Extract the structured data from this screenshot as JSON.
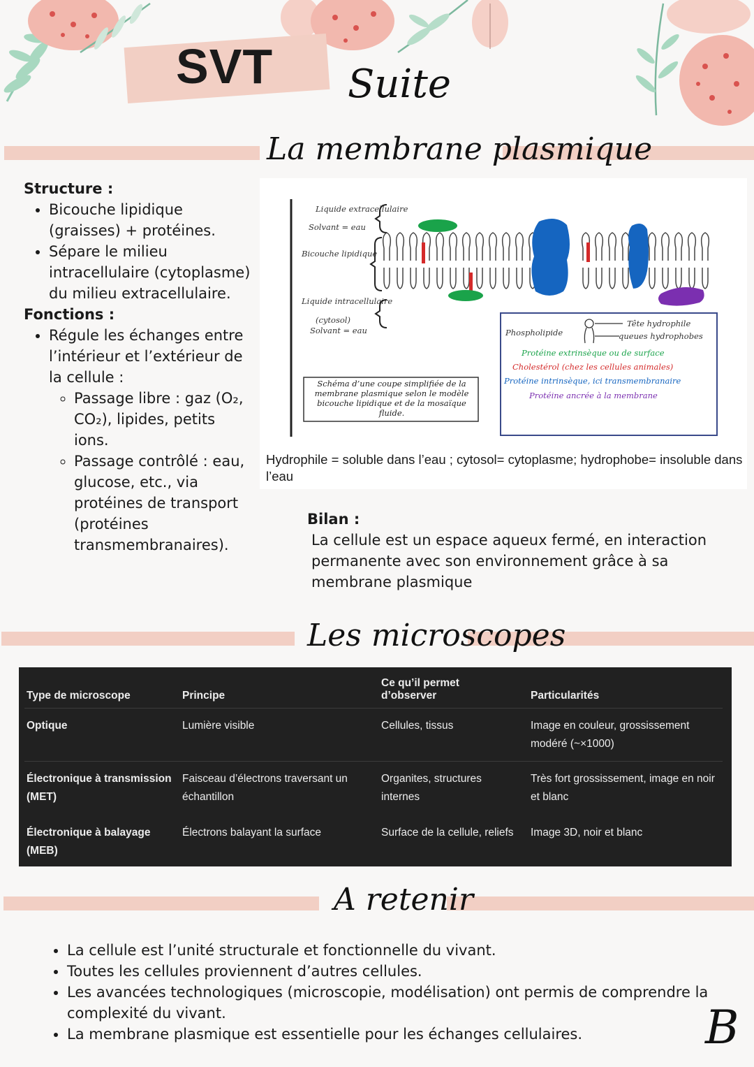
{
  "header": {
    "subject": "SVT",
    "subtitle": "Suite"
  },
  "membrane": {
    "title": "La membrane plasmique",
    "structure_heading": "Structure :",
    "structure_items": [
      "Bicouche lipidique (graisses) + protéines.",
      "Sépare le milieu intracellulaire (cytoplasme) du milieu extracellulaire."
    ],
    "fonctions_heading": "Fonctions :",
    "fonctions_item": "Régule les échanges entre l’intérieur et l’extérieur de la cellule :",
    "passage_libre": "Passage libre : gaz (O₂, CO₂), lipides, petits ions.",
    "passage_controle": "Passage contrôlé : eau, glucose, etc., via protéines de transport (protéines transmembranaires).",
    "figure": {
      "liquide_extra": "Liquide extracellulaire",
      "solvant_extra": "Solvant = eau",
      "bicouche": "Bicouche lipidique",
      "liquide_intra": "Liquide intracellulaire",
      "cytosol": "(cytosol)",
      "solvant_intra": "Solvant = eau",
      "schema_caption": "Schéma d’une coupe simplifiée de la membrane plasmique selon le modèle bicouche lipidique et de la mosaïque fluide.",
      "phospholipide": "Phospholipide",
      "tete": "Tête hydrophile",
      "queues": "queues hydrophobes",
      "legend_green": "Protéine extrinsèque ou de surface",
      "legend_red": "Cholestérol (chez les cellules animales)",
      "legend_blue": "Protéine intrinsèque, ici transmembranaire",
      "legend_purple": "Protéine ancrée à la membrane",
      "colors": {
        "green": "#1aa34a",
        "red": "#d42a2a",
        "blue": "#1565c0",
        "purple": "#7b2fb0"
      }
    },
    "caption": "Hydrophile = soluble dans l’eau ; cytosol= cytoplasme; hydrophobe= insoluble dans l’eau",
    "bilan_heading": "Bilan :",
    "bilan_text": "La cellule est un espace aqueux fermé, en interaction permanente avec son environnement grâce à sa membrane plasmique"
  },
  "microscopes": {
    "title": "Les microscopes",
    "headers": [
      "Type de microscope",
      "Principe",
      "Ce qu’il permet d’observer",
      "Particularités"
    ],
    "rows": [
      [
        "Optique",
        "Lumière visible",
        "Cellules, tissus",
        "Image en couleur, grossissement modéré (~×1000)"
      ],
      [
        "Électronique à transmission (MET)",
        "Faisceau d’électrons traversant un échantillon",
        "Organites, structures internes",
        "Très fort grossissement, image en noir et blanc"
      ],
      [
        "Électronique à balayage (MEB)",
        "Électrons balayant la surface",
        "Surface de la cellule, reliefs",
        "Image 3D, noir et blanc"
      ]
    ]
  },
  "retenir": {
    "title": "A retenir",
    "items": [
      "La cellule est l’unité structurale et fonctionnelle du vivant.",
      "Toutes les cellules proviennent d’autres cellules.",
      "Les avancées technologiques (microscopie, modélisation) ont permis de comprendre la complexité du vivant.",
      "La membrane plasmique est essentielle pour les échanges cellulaires."
    ]
  },
  "signature": "B",
  "decor": {
    "leaf_icons": [
      "monstera-leaf-icon",
      "fern-leaf-icon"
    ],
    "band_color": "#f2cfc4",
    "leaf_color": "#f2b8ae",
    "dot_color": "#d9534f",
    "fern_color": "#8fc9b0"
  }
}
